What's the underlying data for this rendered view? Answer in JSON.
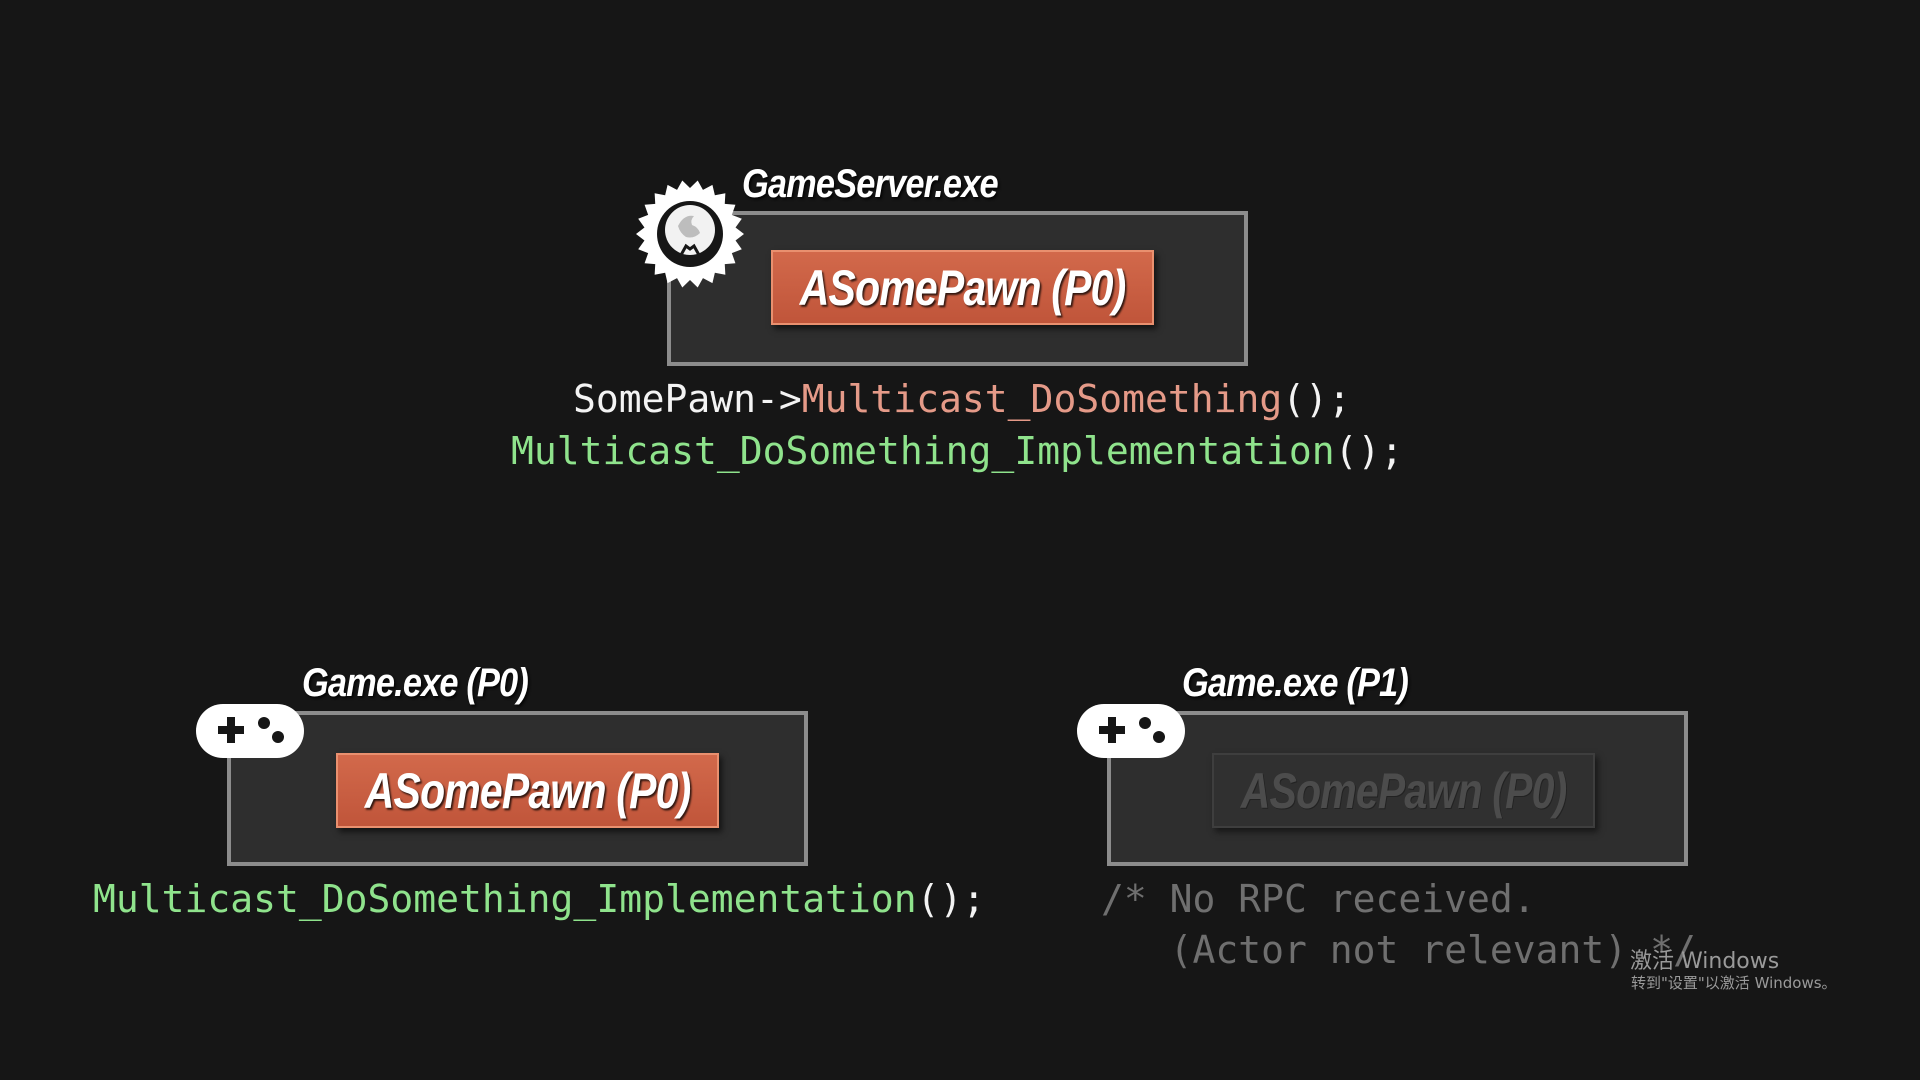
{
  "server": {
    "label": "GameServer.exe",
    "pawn": "ASomePawn (P0)",
    "icon": "server-badge-icon",
    "code": [
      {
        "segments": [
          {
            "text": "SomePawn->",
            "kind": "plain"
          },
          {
            "text": "Multicast_DoSomething",
            "kind": "call"
          },
          {
            "text": "();",
            "kind": "plain"
          }
        ]
      },
      {
        "segments": [
          {
            "text": "Multicast_DoSomething_Implementation",
            "kind": "impl"
          },
          {
            "text": "();",
            "kind": "plain"
          }
        ]
      }
    ]
  },
  "client_p0": {
    "label": "Game.exe (P0)",
    "pawn": "ASomePawn (P0)",
    "icon": "gamepad-icon",
    "code": [
      {
        "segments": [
          {
            "text": "Multicast_DoSomething_Implementation",
            "kind": "impl"
          },
          {
            "text": "();",
            "kind": "plain"
          }
        ]
      }
    ]
  },
  "client_p1": {
    "label": "Game.exe (P1)",
    "pawn": "ASomePawn (P0)",
    "icon": "gamepad-icon",
    "comment_line1": "/* No RPC received.",
    "comment_line2": "   (Actor not relevant) */"
  },
  "watermark": {
    "title": "激活 Windows",
    "subtitle": "转到\"设置\"以激活 Windows。"
  },
  "colors": {
    "background": "#161616",
    "rpc_call": "#e59a88",
    "implementation": "#8fe38c",
    "comment": "#6f6f6f",
    "pawn_badge": "#c75e41"
  }
}
